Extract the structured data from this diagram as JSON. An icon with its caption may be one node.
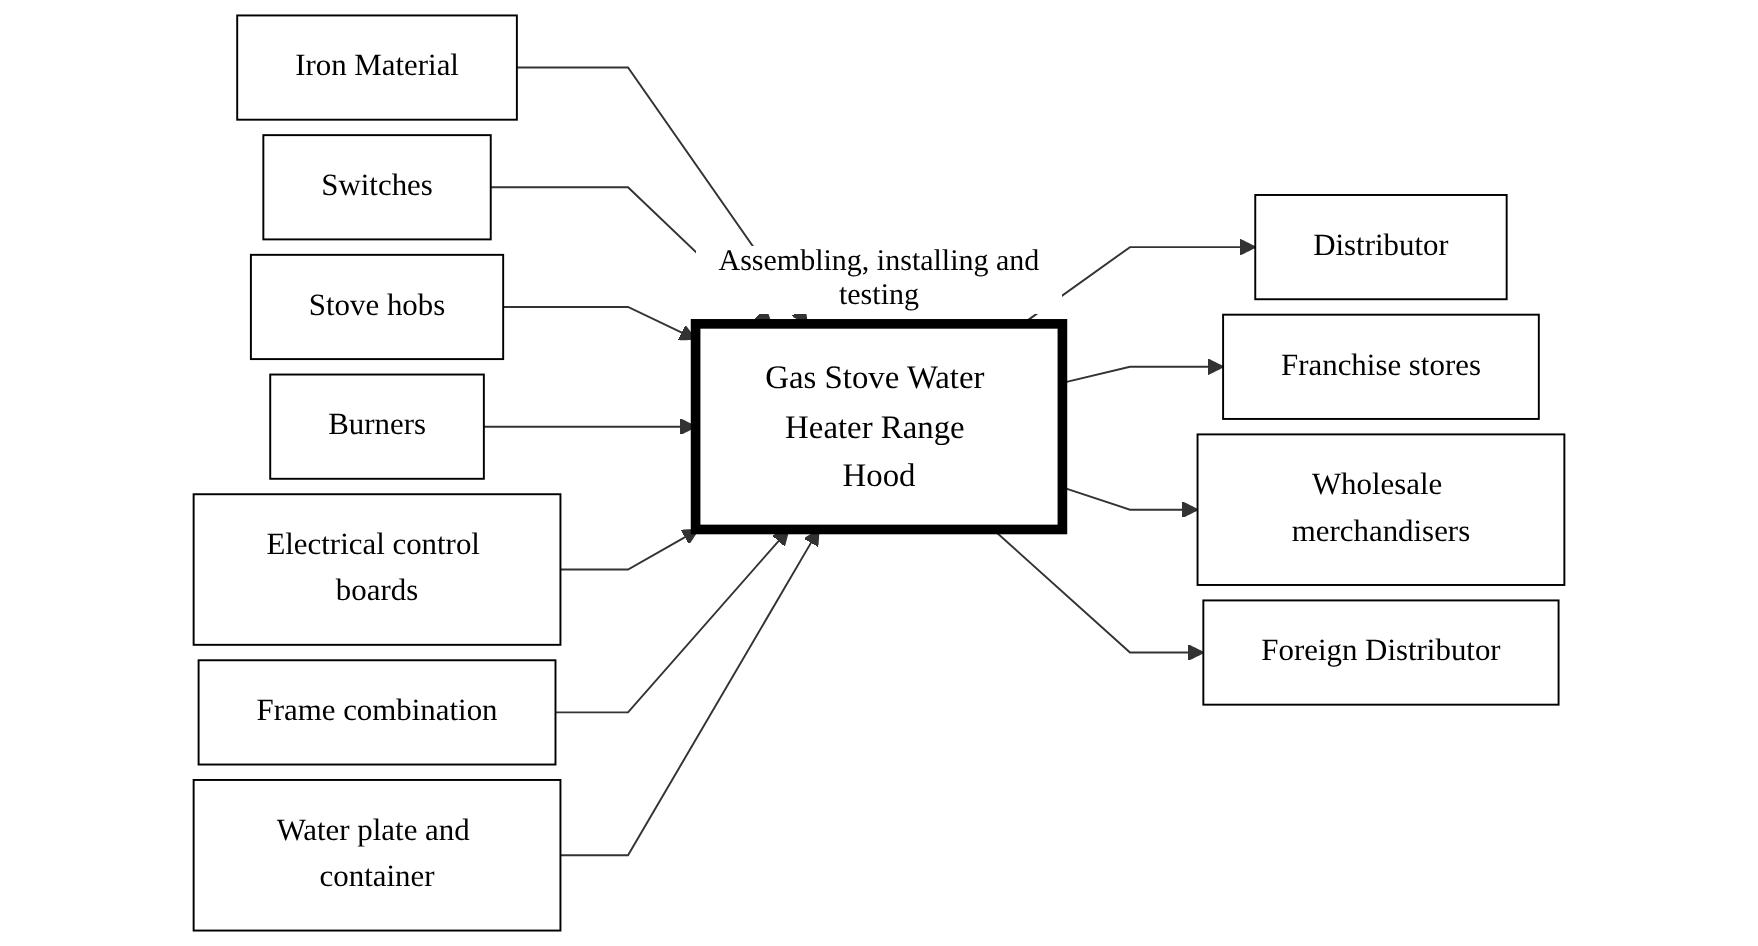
{
  "diagram": {
    "nodes": [
      {
        "text": [
          "Iron Material"
        ]
      },
      {
        "text": [
          "Switches"
        ]
      },
      {
        "text": [
          "Stove hobs"
        ]
      },
      {
        "text": [
          "Burners"
        ]
      },
      {
        "text": [
          "Electrical control boards"
        ]
      },
      {
        "text": [
          "Frame combination"
        ]
      },
      {
        "text": [
          "Water plate and container"
        ]
      },
      {
        "text": [
          "Gas Stove Water Heater Range Hood"
        ],
        "beside": [
          "Assembling, installing and testing"
        ]
      },
      {
        "text": [
          "Distributor"
        ]
      },
      {
        "text": [
          "Franchise stores"
        ]
      },
      {
        "text": [
          "Wholesale merchandisers"
        ]
      },
      {
        "text": [
          "Foreign Distributor"
        ]
      }
    ],
    "edges": [
      {
        "from": 0,
        "to": 7,
        "arrow": "to"
      },
      {
        "from": 1,
        "to": 7,
        "arrow": "to"
      },
      {
        "from": 2,
        "to": 7,
        "arrow": "to"
      },
      {
        "from": 3,
        "to": 7,
        "arrow": "to"
      },
      {
        "from": 4,
        "to": 7,
        "arrow": "to"
      },
      {
        "from": 5,
        "to": 7,
        "arrow": "to"
      },
      {
        "from": 6,
        "to": 7,
        "arrow": "to"
      },
      {
        "from": 7,
        "to": 8,
        "arrow": "to"
      },
      {
        "from": 7,
        "to": 9,
        "arrow": "to"
      },
      {
        "from": 7,
        "to": 10,
        "arrow": "to"
      },
      {
        "from": 7,
        "to": 11,
        "arrow": "to"
      }
    ]
  }
}
